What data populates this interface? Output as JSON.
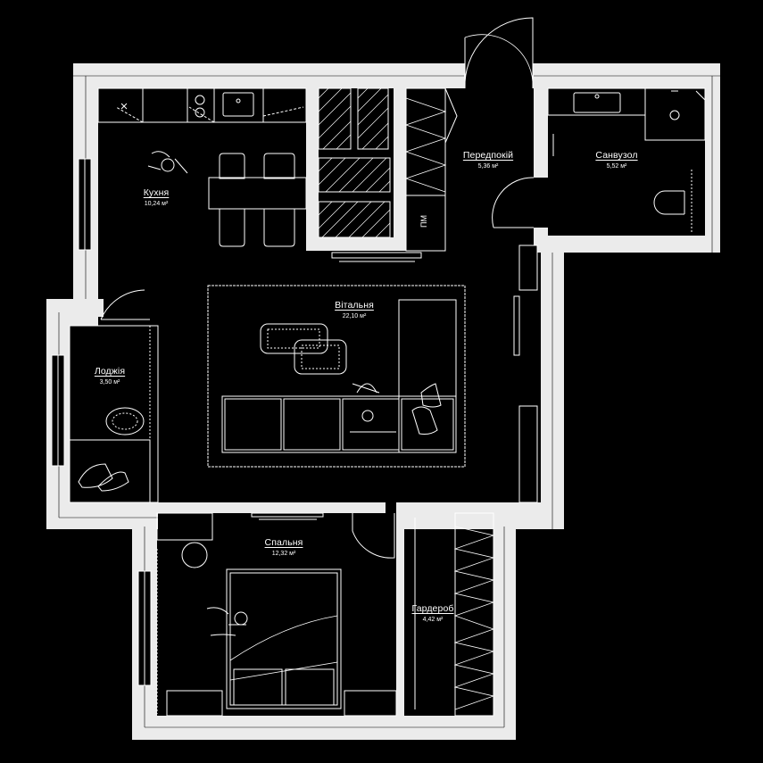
{
  "plan": {
    "colors": {
      "background": "#000000",
      "wall": "#ebebeb",
      "line": "#ffffff"
    },
    "rooms": [
      {
        "id": "kitchen",
        "name": "Кухня",
        "area": "10,24 м²"
      },
      {
        "id": "hallway",
        "name": "Передпокій",
        "area": "5,36 м²"
      },
      {
        "id": "bathroom",
        "name": "Санвузол",
        "area": "5,52 м²"
      },
      {
        "id": "living",
        "name": "Вітальня",
        "area": "22,10 м²"
      },
      {
        "id": "loggia",
        "name": "Лоджія",
        "area": "3,50 м²"
      },
      {
        "id": "bedroom",
        "name": "Спальня",
        "area": "12,32 м²"
      },
      {
        "id": "wardrobe",
        "name": "Гардероб",
        "area": "4,42 м²"
      }
    ],
    "closet_tag": "ПМ"
  }
}
